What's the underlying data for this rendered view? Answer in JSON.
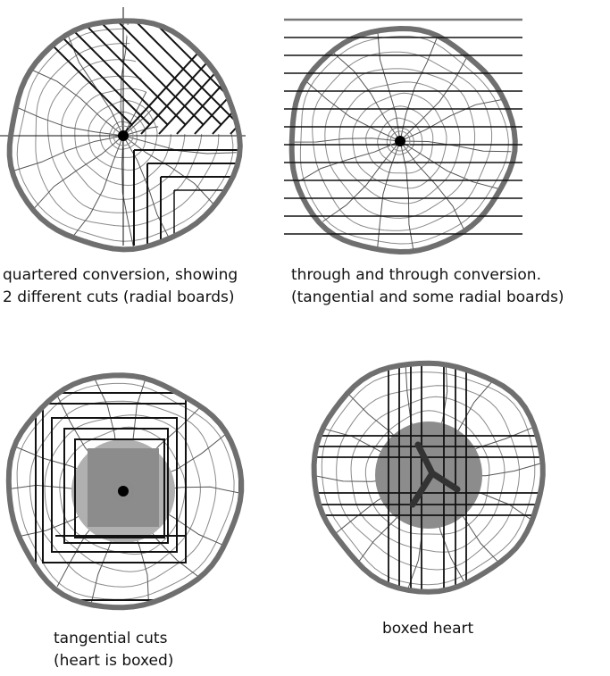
{
  "diagrams": [
    {
      "id": "quartered",
      "caption": [
        "quartered conversion, showing",
        "2 different cuts  (radial boards)"
      ]
    },
    {
      "id": "through",
      "caption": [
        "through and through conversion.",
        "(tangential and some  radial boards)"
      ]
    },
    {
      "id": "tangential",
      "caption": [
        "tangential cuts",
        "(heart is boxed)"
      ]
    },
    {
      "id": "boxed",
      "caption": [
        "boxed heart"
      ]
    }
  ],
  "colors": {
    "bark": "#6f6f6f",
    "ink": "#111111",
    "rings": "#8a8a8a",
    "heartwood": "#8c8c8c",
    "pith": "#000000"
  }
}
